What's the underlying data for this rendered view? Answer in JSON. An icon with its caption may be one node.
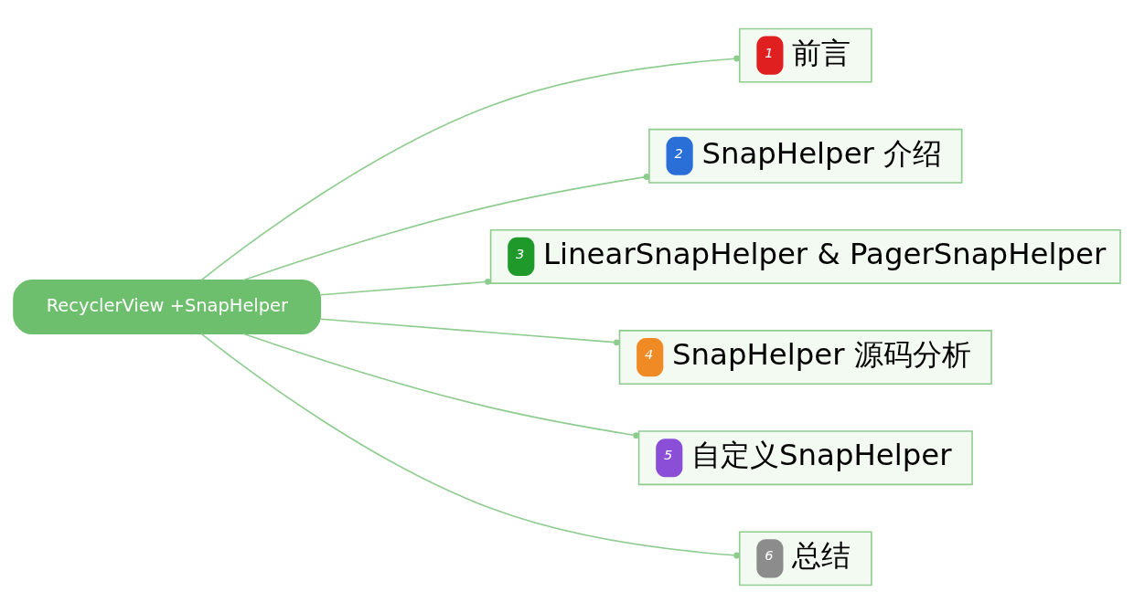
{
  "diagram": {
    "nodes": [
      {
        "text": [
          "RecyclerView +SnapHelper"
        ]
      },
      {
        "text": [
          "1",
          "前言"
        ]
      },
      {
        "text": [
          "2",
          "SnapHelper 介绍"
        ]
      },
      {
        "text": [
          "3",
          "LinearSnapHelper & PagerSnapHelper"
        ]
      },
      {
        "text": [
          "4",
          "SnapHelper 源码分析"
        ]
      },
      {
        "text": [
          "5",
          "自定义SnapHelper"
        ]
      },
      {
        "text": [
          "6",
          "总结"
        ]
      }
    ],
    "edges": [
      {
        "from": 0,
        "to": 1,
        "arrow": "other"
      },
      {
        "from": 0,
        "to": 2,
        "arrow": "other"
      },
      {
        "from": 0,
        "to": 3,
        "arrow": "other"
      },
      {
        "from": 0,
        "to": 4,
        "arrow": "other"
      },
      {
        "from": 0,
        "to": 5,
        "arrow": "other"
      },
      {
        "from": 0,
        "to": 6,
        "arrow": "other"
      }
    ]
  }
}
